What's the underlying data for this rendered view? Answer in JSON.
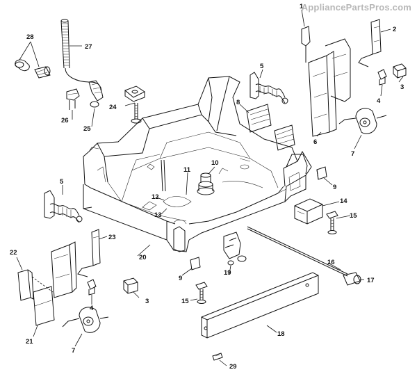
{
  "watermark": "AppliancePartsPros.com",
  "callouts": [
    {
      "id": "c1",
      "label": "1"
    },
    {
      "id": "c2",
      "label": "2"
    },
    {
      "id": "c3a",
      "label": "3"
    },
    {
      "id": "c3b",
      "label": "3"
    },
    {
      "id": "c4a",
      "label": "4"
    },
    {
      "id": "c4b",
      "label": "4"
    },
    {
      "id": "c5a",
      "label": "5"
    },
    {
      "id": "c5b",
      "label": "5"
    },
    {
      "id": "c6",
      "label": "6"
    },
    {
      "id": "c7a",
      "label": "7"
    },
    {
      "id": "c7b",
      "label": "7"
    },
    {
      "id": "c8",
      "label": "8"
    },
    {
      "id": "c9a",
      "label": "9"
    },
    {
      "id": "c9b",
      "label": "9"
    },
    {
      "id": "c10",
      "label": "10"
    },
    {
      "id": "c11",
      "label": "11"
    },
    {
      "id": "c12",
      "label": "12"
    },
    {
      "id": "c13",
      "label": "13"
    },
    {
      "id": "c14",
      "label": "14"
    },
    {
      "id": "c15a",
      "label": "15"
    },
    {
      "id": "c15b",
      "label": "15"
    },
    {
      "id": "c16",
      "label": "16"
    },
    {
      "id": "c17",
      "label": "17"
    },
    {
      "id": "c18",
      "label": "18"
    },
    {
      "id": "c19",
      "label": "19"
    },
    {
      "id": "c20",
      "label": "20"
    },
    {
      "id": "c21",
      "label": "21"
    },
    {
      "id": "c22",
      "label": "22"
    },
    {
      "id": "c23",
      "label": "23"
    },
    {
      "id": "c24",
      "label": "24"
    },
    {
      "id": "c25",
      "label": "25"
    },
    {
      "id": "c26",
      "label": "26"
    },
    {
      "id": "c27",
      "label": "27"
    },
    {
      "id": "c28",
      "label": "28"
    },
    {
      "id": "c29",
      "label": "29"
    }
  ]
}
